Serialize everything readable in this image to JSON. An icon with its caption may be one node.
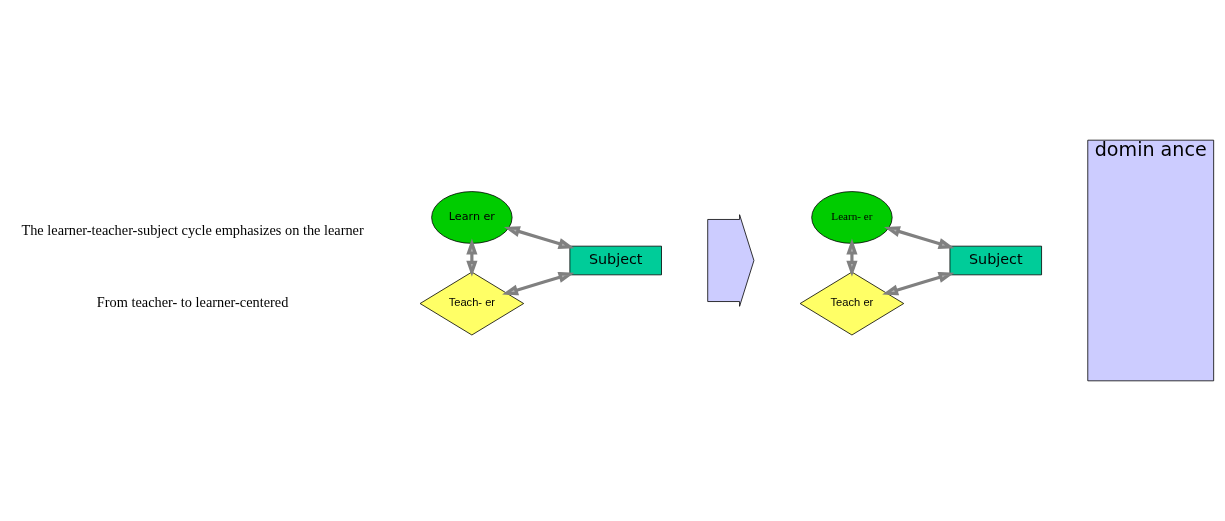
{
  "diagram": {
    "nodes": [
      {
        "text": [
          "Teach- er"
        ]
      },
      {
        "text": [
          "Subject"
        ]
      },
      {
        "text": [
          "Learn er"
        ]
      },
      {
        "text": [],
        "shape": "arrow"
      },
      {
        "text": [
          "Learn- er"
        ]
      },
      {
        "text": [
          "Subject"
        ]
      },
      {
        "text": [
          "Teach er"
        ]
      },
      {
        "text": [
          "domin ance"
        ]
      }
    ],
    "edges": [
      {
        "from": 0,
        "to": 2,
        "arrow": "both"
      },
      {
        "from": 0,
        "to": 1,
        "arrow": "both"
      },
      {
        "from": 2,
        "to": 1,
        "arrow": "both"
      },
      {
        "from": 4,
        "to": 6,
        "arrow": "both"
      },
      {
        "from": 4,
        "to": 5,
        "arrow": "both"
      },
      {
        "from": 6,
        "to": 5,
        "arrow": "both"
      }
    ],
    "labels": [
      "From teacher- to learner-centered",
      "The learner-teacher-subject cycle emphasizes on the learner"
    ]
  }
}
